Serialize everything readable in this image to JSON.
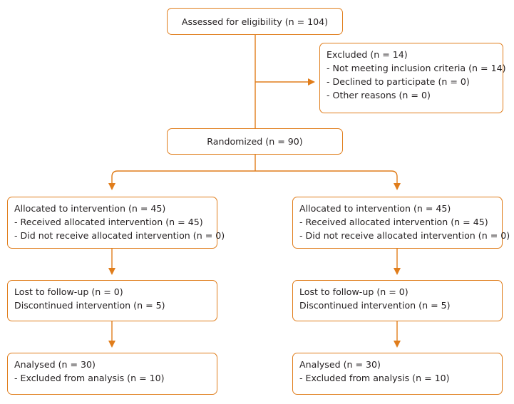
{
  "assessed": "Assessed for eligibility (n = 104)",
  "excluded": [
    "Excluded (n = 14)",
    "- Not meeting inclusion criteria (n = 14)",
    "- Declined to participate (n = 0)",
    "- Other reasons (n = 0)"
  ],
  "randomized": "Randomized (n = 90)",
  "left": {
    "allocation": [
      "Allocated to intervention (n = 45)",
      "- Received allocated intervention (n = 45)",
      "- Did not receive allocated intervention (n = 0)"
    ],
    "followup": [
      "Lost to follow-up (n = 0)",
      "Discontinued intervention (n = 5)"
    ],
    "analysis": [
      "Analysed (n = 30)",
      "- Excluded from analysis (n = 10)"
    ]
  },
  "right": {
    "allocation": [
      "Allocated to intervention (n = 45)",
      "- Received allocated intervention (n = 45)",
      "- Did not receive allocated intervention (n = 0)"
    ],
    "followup": [
      "Lost to follow-up (n = 0)",
      "Discontinued intervention (n = 5)"
    ],
    "analysis": [
      "Analysed (n = 30)",
      "- Excluded from analysis (n = 10)"
    ]
  },
  "colors": {
    "border": "#e07d1b",
    "arrow": "#e07d1b",
    "text": "#231f20"
  }
}
